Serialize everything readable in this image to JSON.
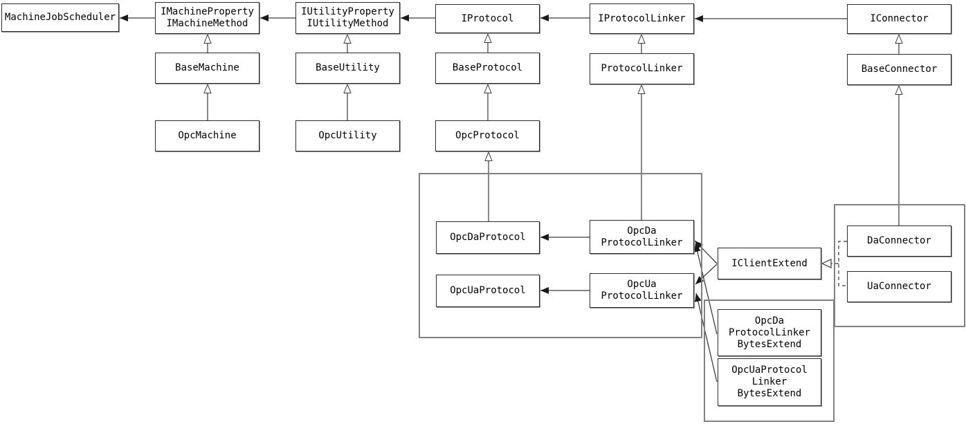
{
  "diagram": {
    "title": "OPC machine/protocol/connector class diagram",
    "colors": {
      "background": "#ffffff",
      "box_border": "#2b2b2b",
      "container_border": "#808080",
      "line": "#3a3a3a",
      "text": "#000000"
    },
    "nodes": {
      "machine_job_scheduler": {
        "label": "MachineJobScheduler"
      },
      "i_machine": {
        "label": "IMachineProperty\nIMachineMethod"
      },
      "i_utility": {
        "label": "IUtilityProperty\nIUtilityMethod"
      },
      "i_protocol": {
        "label": "IProtocol"
      },
      "i_protocol_linker": {
        "label": "IProtocolLinker"
      },
      "i_connector": {
        "label": "IConnector"
      },
      "base_machine": {
        "label": "BaseMachine"
      },
      "base_utility": {
        "label": "BaseUtility"
      },
      "base_protocol": {
        "label": "BaseProtocol"
      },
      "protocol_linker": {
        "label": "ProtocolLinker"
      },
      "base_connector": {
        "label": "BaseConnector"
      },
      "opc_machine": {
        "label": "OpcMachine"
      },
      "opc_utility": {
        "label": "OpcUtility"
      },
      "opc_protocol": {
        "label": "OpcProtocol"
      },
      "opc_da_protocol": {
        "label": "OpcDaProtocol"
      },
      "opc_ua_protocol": {
        "label": "OpcUaProtocol"
      },
      "opc_da_protocol_linker": {
        "label": "OpcDa\nProtocolLinker"
      },
      "opc_ua_protocol_linker": {
        "label": "OpcUa\nProtocolLinker"
      },
      "i_client_extend": {
        "label": "IClientExtend"
      },
      "da_connector": {
        "label": "DaConnector"
      },
      "ua_connector": {
        "label": "UaConnector"
      },
      "opc_da_protocol_linker_bytes_extend": {
        "label": "OpcDa\nProtocolLinker\nBytesExtend"
      },
      "opc_ua_protocol_linker_bytes_extend": {
        "label": "OpcUaProtocol\nLinker\nBytesExtend"
      }
    },
    "edges": [
      {
        "from": "i_machine",
        "to": "machine_job_scheduler",
        "type": "association"
      },
      {
        "from": "i_utility",
        "to": "i_machine",
        "type": "association"
      },
      {
        "from": "i_protocol",
        "to": "i_utility",
        "type": "association"
      },
      {
        "from": "i_protocol_linker",
        "to": "i_protocol",
        "type": "association"
      },
      {
        "from": "i_connector",
        "to": "i_protocol_linker",
        "type": "association"
      },
      {
        "from": "base_machine",
        "to": "i_machine",
        "type": "inheritance"
      },
      {
        "from": "base_utility",
        "to": "i_utility",
        "type": "inheritance"
      },
      {
        "from": "base_protocol",
        "to": "i_protocol",
        "type": "inheritance"
      },
      {
        "from": "protocol_linker",
        "to": "i_protocol_linker",
        "type": "inheritance"
      },
      {
        "from": "base_connector",
        "to": "i_connector",
        "type": "inheritance"
      },
      {
        "from": "opc_machine",
        "to": "base_machine",
        "type": "inheritance"
      },
      {
        "from": "opc_utility",
        "to": "base_utility",
        "type": "inheritance"
      },
      {
        "from": "opc_protocol",
        "to": "base_protocol",
        "type": "inheritance"
      },
      {
        "from": "opc_da_protocol",
        "to": "opc_protocol",
        "type": "inheritance"
      },
      {
        "from": "opc_da_protocol_linker",
        "to": "protocol_linker",
        "type": "inheritance"
      },
      {
        "from": "da_connector",
        "to": "base_connector",
        "type": "inheritance"
      },
      {
        "from": "opc_da_protocol_linker",
        "to": "opc_da_protocol",
        "type": "association"
      },
      {
        "from": "opc_ua_protocol_linker",
        "to": "opc_ua_protocol",
        "type": "association"
      },
      {
        "from": "i_client_extend",
        "to": "opc_da_protocol_linker",
        "type": "association"
      },
      {
        "from": "i_client_extend",
        "to": "opc_ua_protocol_linker",
        "type": "association"
      },
      {
        "from": "opc_da_protocol_linker_bytes_extend",
        "to": "opc_da_protocol_linker",
        "type": "association"
      },
      {
        "from": "opc_ua_protocol_linker_bytes_extend",
        "to": "opc_ua_protocol_linker",
        "type": "association"
      },
      {
        "from": "da_connector",
        "to": "i_client_extend",
        "type": "realization"
      },
      {
        "from": "ua_connector",
        "to": "i_client_extend",
        "type": "realization"
      }
    ]
  }
}
